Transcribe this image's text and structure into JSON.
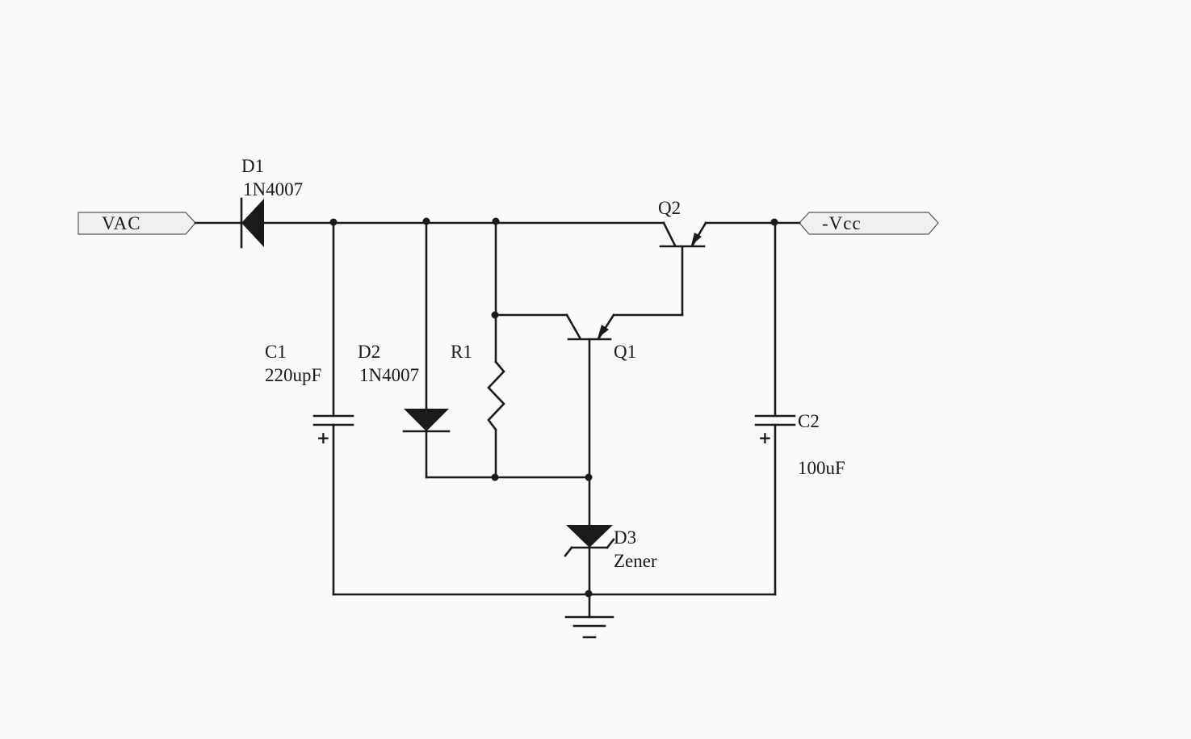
{
  "ports": {
    "input": "VAC",
    "output": "-Vcc"
  },
  "components": {
    "d1": {
      "ref": "D1",
      "value": "1N4007"
    },
    "c1": {
      "ref": "C1",
      "value": "220upF",
      "polarity": "+"
    },
    "d2": {
      "ref": "D2",
      "value": "1N4007"
    },
    "r1": {
      "ref": "R1"
    },
    "q1": {
      "ref": "Q1"
    },
    "q2": {
      "ref": "Q2"
    },
    "c2": {
      "ref": "C2",
      "value": "100uF",
      "polarity": "+"
    },
    "d3": {
      "ref": "D3",
      "value": "Zener"
    }
  },
  "colors": {
    "background": "#fafafa",
    "ink": "#1a1a1a",
    "port_fill": "#f0f0f0"
  }
}
